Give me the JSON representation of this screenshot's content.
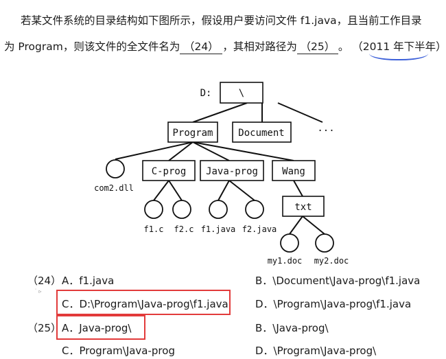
{
  "question": {
    "line1": "若某文件系统的目录结构如下图所示，假设用户要访问文件 f1.java，且当前工作目录",
    "line2_part1": "为 Program，则该文件的全文件名为",
    "blank24": "（24）",
    "line2_part2": "，其相对路径为",
    "blank25": "（25）",
    "line2_part3": "。",
    "exam_note": "（2011 年下半年）"
  },
  "tree": {
    "drive_label": "D:",
    "root": "\\",
    "level1": [
      "Program",
      "Document",
      "···"
    ],
    "program_children": [
      "com2.dll",
      "C-prog",
      "Java-prog",
      "Wang"
    ],
    "cprog_files": [
      "f1.c",
      "f2.c"
    ],
    "javaprog_files": [
      "f1.java",
      "f2.java"
    ],
    "wang_child": "txt",
    "txt_files": [
      "my1.doc",
      "my2.doc"
    ]
  },
  "options": {
    "q24": {
      "number": "（24）",
      "A": "A．f1.java",
      "B": "B．\\Document\\Java-prog\\f1.java",
      "C": "C．D:\\Program\\Java-prog\\f1.java",
      "D": "D．\\Program\\Java-prog\\f1.java"
    },
    "q25": {
      "number": "（25）",
      "A": "A．Java-prog\\",
      "B": "B．\\Java-prog\\",
      "C": "C．Program\\Java-prog",
      "D": "D．\\Program\\Java-prog\\"
    }
  },
  "colors": {
    "highlight_box": "#e23a3a",
    "note_underline": "#3b5fd9"
  }
}
